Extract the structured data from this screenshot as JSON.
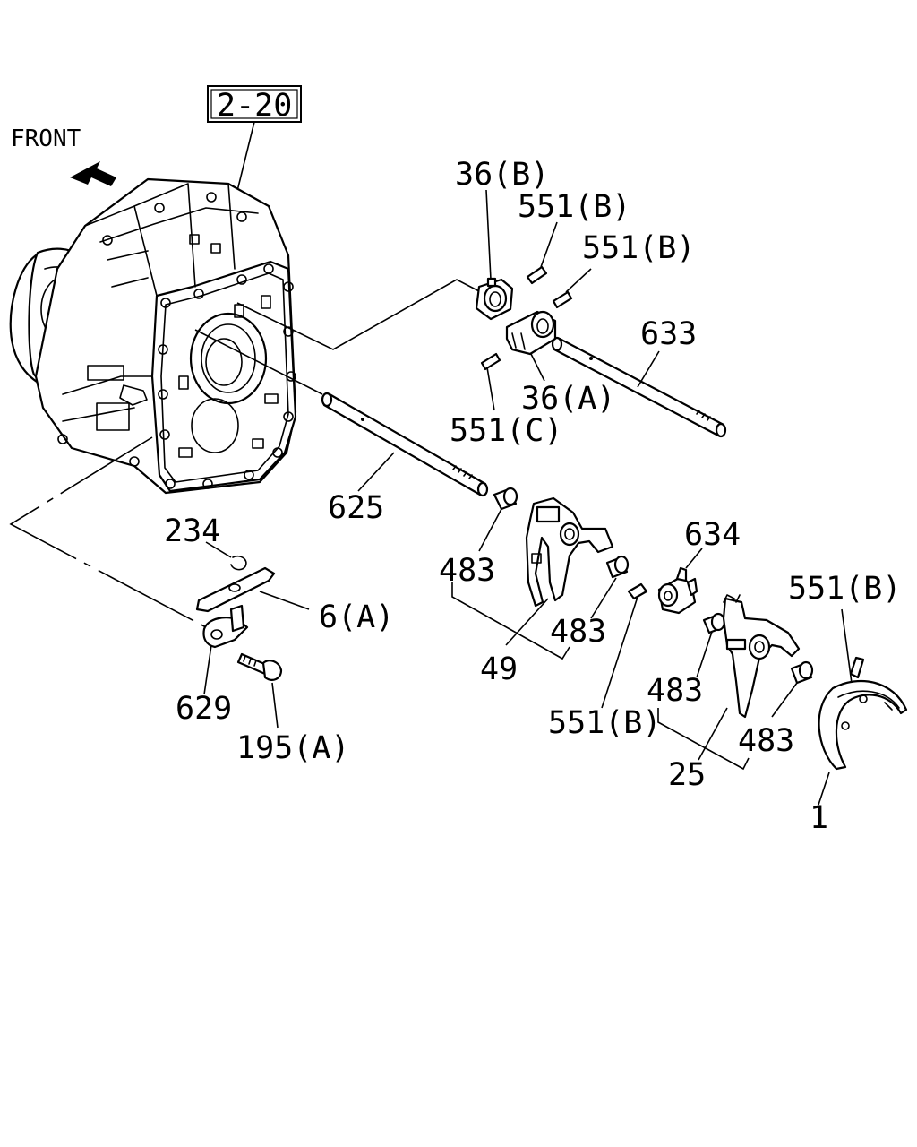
{
  "diagram": {
    "orientation_label": "FRONT",
    "reference_box": "2-20",
    "callouts": [
      {
        "id": "c-36b",
        "text": "36(B)"
      },
      {
        "id": "c-551b-1",
        "text": "551(B)"
      },
      {
        "id": "c-551b-2",
        "text": "551(B)"
      },
      {
        "id": "c-633",
        "text": "633"
      },
      {
        "id": "c-36a",
        "text": "36(A)"
      },
      {
        "id": "c-551c",
        "text": "551(C)"
      },
      {
        "id": "c-625",
        "text": "625"
      },
      {
        "id": "c-234",
        "text": "234"
      },
      {
        "id": "c-6a",
        "text": "6(A)"
      },
      {
        "id": "c-629",
        "text": "629"
      },
      {
        "id": "c-195a",
        "text": "195(A)"
      },
      {
        "id": "c-483-1",
        "text": "483"
      },
      {
        "id": "c-483-2",
        "text": "483"
      },
      {
        "id": "c-49",
        "text": "49"
      },
      {
        "id": "c-634",
        "text": "634"
      },
      {
        "id": "c-551b-3",
        "text": "551(B)"
      },
      {
        "id": "c-551b-4",
        "text": "551(B)"
      },
      {
        "id": "c-483-3",
        "text": "483"
      },
      {
        "id": "c-483-4",
        "text": "483"
      },
      {
        "id": "c-25",
        "text": "25"
      },
      {
        "id": "c-1",
        "text": "1"
      }
    ]
  }
}
